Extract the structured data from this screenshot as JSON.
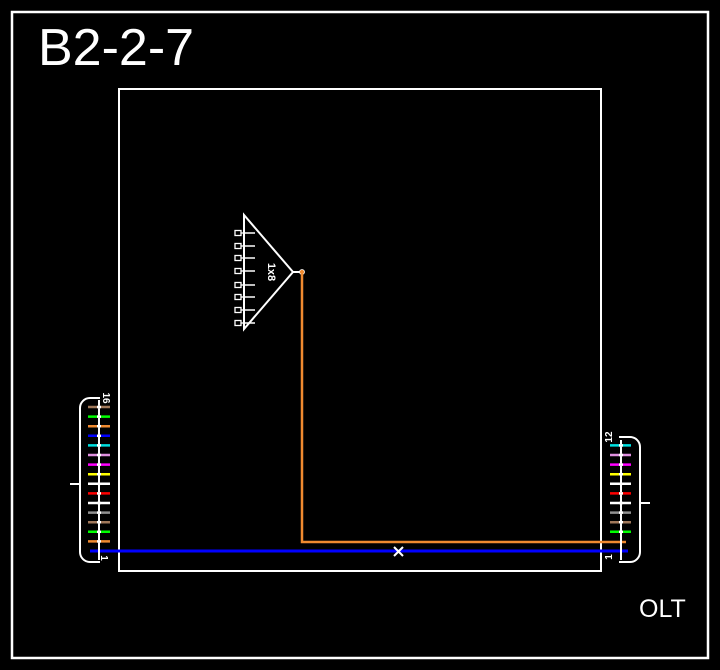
{
  "title": "B2-2-7",
  "footer_label": "OLT",
  "colors": {
    "background": "#000000",
    "frame": "#ffffff",
    "feeder_fiber": "#0000ff",
    "drop_fiber": "#f08a30",
    "fiber_palette": {
      "blue": "#0000ff",
      "orange": "#f08a30",
      "green": "#00ff00",
      "brown": "#a0785a",
      "slate": "#909090",
      "white": "#ffffff",
      "red": "#ff0000",
      "black": "#ffffff",
      "yellow": "#ffff00",
      "violet": "#ff00ff",
      "rose": "#e090e0",
      "aqua": "#00e0e0"
    }
  },
  "splitter": {
    "label": "1x8",
    "ports": 8
  },
  "left_cassette": {
    "top_label": "16",
    "bottom_label": "1",
    "fibers": [
      "blue",
      "orange",
      "green",
      "brown",
      "slate",
      "white",
      "red",
      "black",
      "yellow",
      "violet",
      "rose",
      "aqua",
      "blue",
      "orange",
      "green",
      "brown"
    ]
  },
  "right_cassette": {
    "top_label": "12",
    "bottom_label": "1",
    "fibers": [
      "blue",
      "orange",
      "green",
      "brown",
      "slate",
      "white",
      "red",
      "black",
      "yellow",
      "violet",
      "rose",
      "aqua"
    ]
  },
  "marker": "×"
}
